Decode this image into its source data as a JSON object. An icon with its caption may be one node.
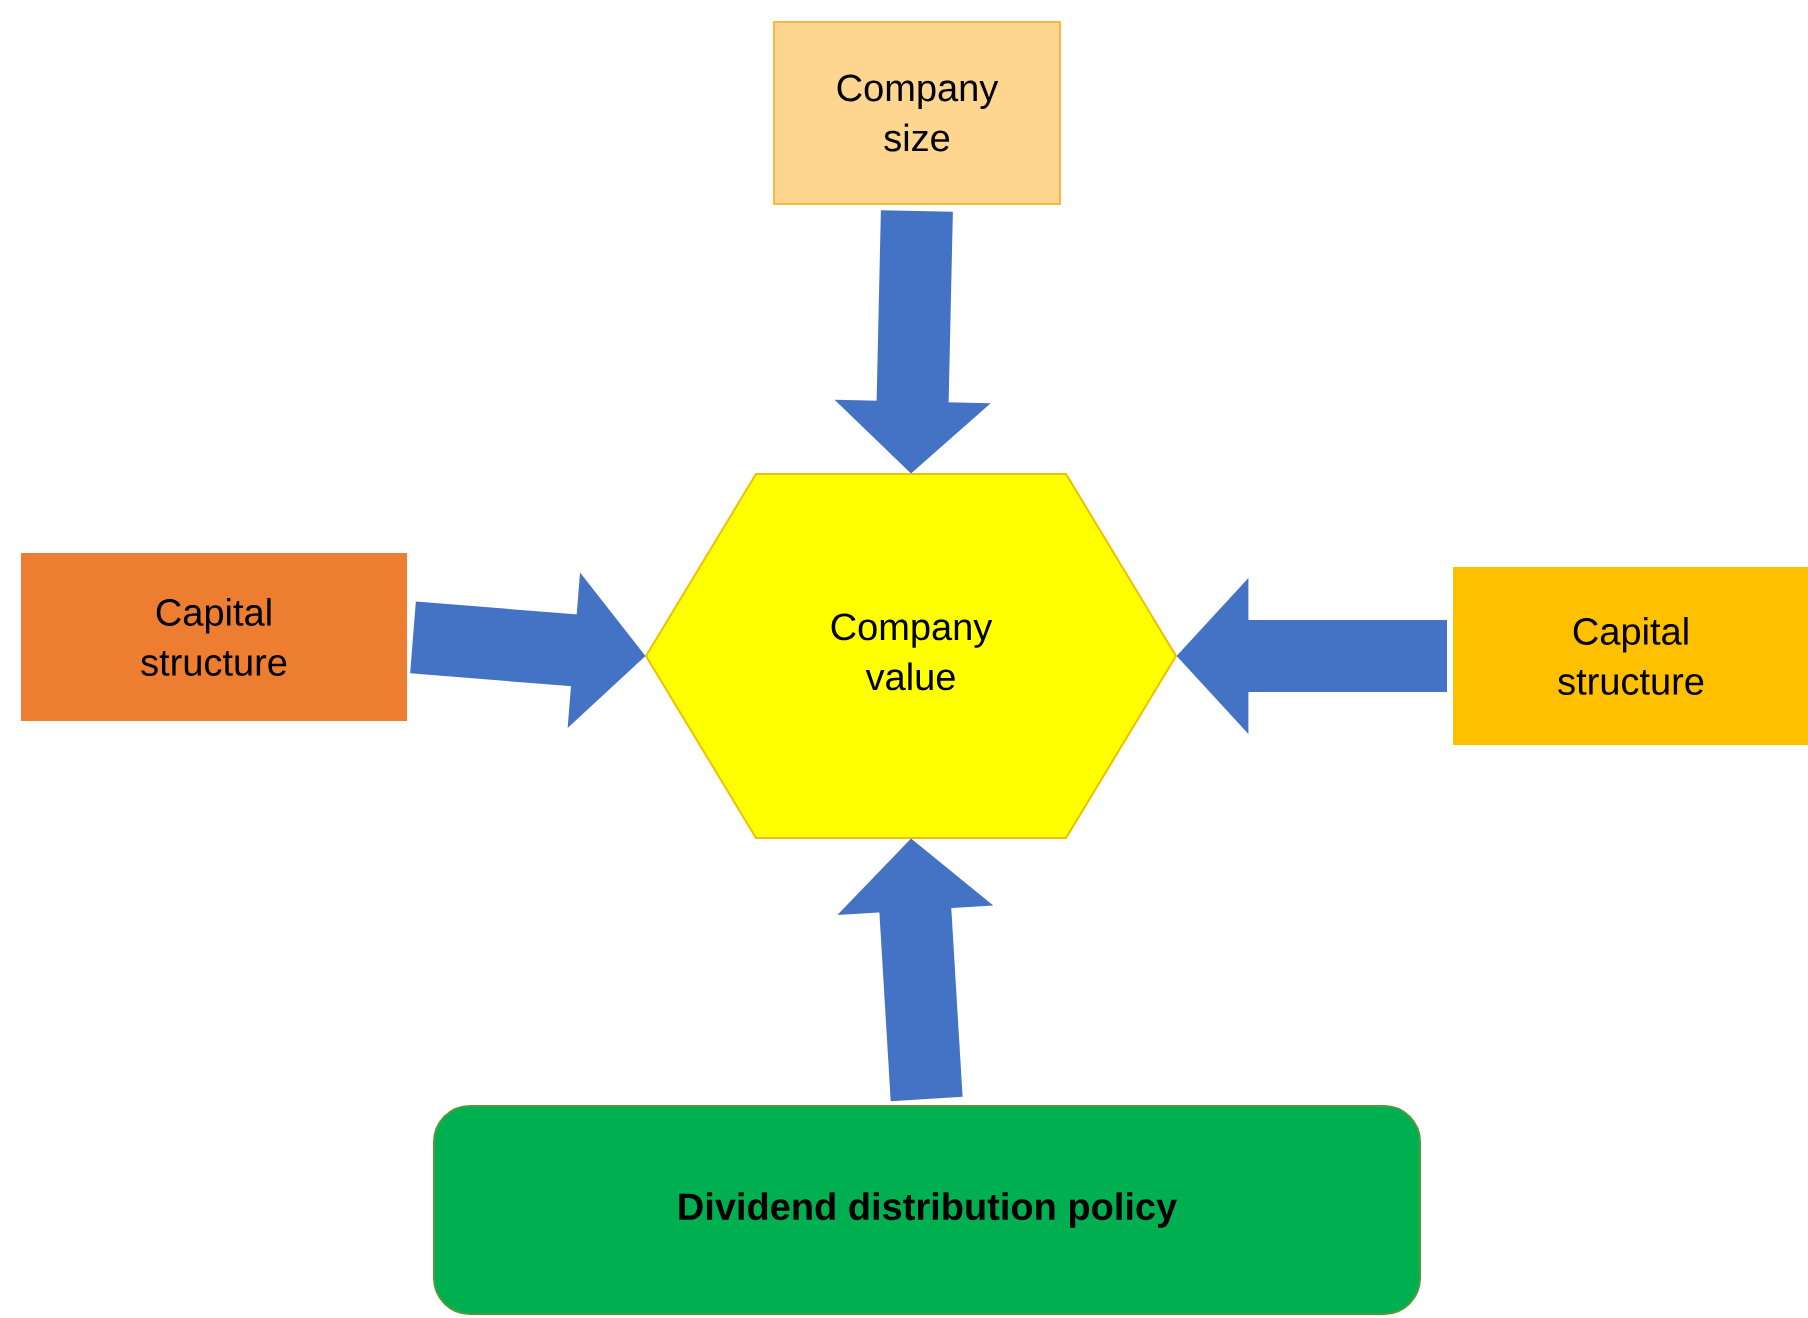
{
  "diagram": {
    "nodes": [
      {
        "text": [
          "Company size"
        ]
      },
      {
        "text": [
          "Company value"
        ]
      },
      {
        "text": [
          "Capital structure"
        ]
      },
      {
        "text": [
          "Capital structure"
        ]
      },
      {
        "text": [
          "Dividend distribution policy"
        ]
      }
    ],
    "edges": [
      {
        "from": 0,
        "to": 1,
        "arrow": "to"
      },
      {
        "from": 2,
        "to": 1,
        "arrow": "to"
      },
      {
        "from": 3,
        "to": 1,
        "arrow": "to"
      },
      {
        "from": 4,
        "to": 1,
        "arrow": "to"
      }
    ]
  }
}
